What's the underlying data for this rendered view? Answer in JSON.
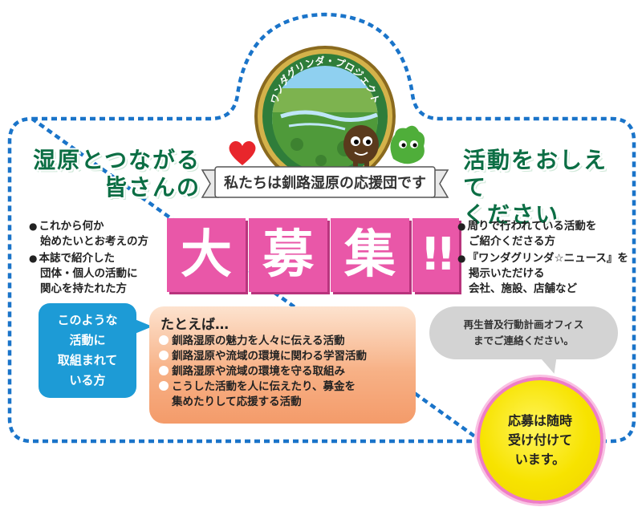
{
  "emblem": {
    "arc_text": "ワンダグリンダ・プロジェクト"
  },
  "ribbon_text": "私たちは釧路湿原の応援団です",
  "left_heading": [
    "湿原とつながる",
    "皆さんの"
  ],
  "right_heading": [
    "活動をおしえて",
    "ください"
  ],
  "recruit_chars": [
    "大",
    "募",
    "集",
    "!!"
  ],
  "left_list": [
    "これから何か\n始めたいとお考えの方",
    "本誌で紹介した\n団体・個人の活動に\n関心を持たれた方"
  ],
  "right_list": [
    "周りで行われている活動を\nご紹介くださる方",
    "『ワンダグリンダ☆ニュース』を\n掲示いただける\n会社、施設、店舗など"
  ],
  "blue_callout": "このような\n活動に\n取組まれて\nいる方",
  "examples": {
    "title": "たとえば…",
    "items": [
      "釧路湿原の魅力を人々に伝える活動",
      "釧路湿原や流域の環境に関わる学習活動",
      "釧路湿原や流域の環境を守る取組み",
      "こうした活動を人に伝えたり、募金を\n集めたりして応援する活動"
    ]
  },
  "office_bubble": "再生普及行動計画オフィス\nまでご連絡ください。",
  "accept_circle": "応募は随時\n受け付けて\nいます。",
  "colors": {
    "frame": "#1a74c9",
    "heading_green": "#0b6e44",
    "tile_pink": "#e957a8",
    "callout_blue": "#1d9bd6",
    "panel_orange": "#f7b186",
    "bubble_gray": "#d3d3d3",
    "circle_yellow": "#f7e300",
    "heart_red": "#e8262c"
  }
}
